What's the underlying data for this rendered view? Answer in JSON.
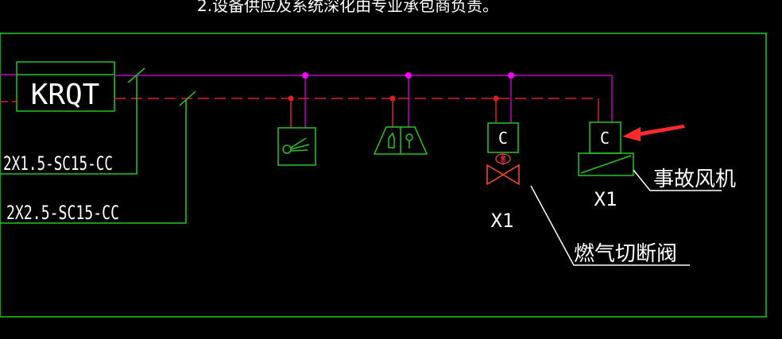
{
  "header_note": "2.设备供应及系统深化由专业承包商负责。",
  "controller_label": "KRQT",
  "cables": {
    "upper": "2X1.5-SC15-CC",
    "lower": "2X2.5-SC15-CC"
  },
  "controls": {
    "valve_module_letter": "C",
    "valve_motor_letter": "M",
    "fan_module_letter": "C"
  },
  "quantities": {
    "valve": "X1",
    "fan": "X1"
  },
  "labels": {
    "gas_shutoff_valve": "燃气切断阀",
    "emergency_fan": "事故风机"
  },
  "colors": {
    "background": "#000000",
    "green": "#22c722",
    "magenta": "#c000c0",
    "node_magenta": "#ff00ff",
    "red": "#e02020",
    "white": "#ffffff",
    "arrow": "#ff2a2a",
    "valve": "#ff4a1a"
  }
}
